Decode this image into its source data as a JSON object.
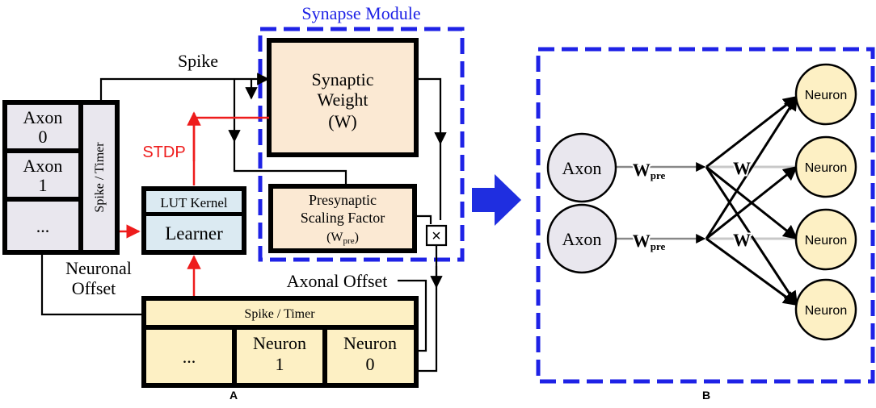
{
  "panel_a": {
    "label": "A",
    "module_title": "Synapse Module",
    "axon_cells": [
      {
        "name": "Axon",
        "index": "0"
      },
      {
        "name": "Axon",
        "index": "1"
      },
      {
        "name": "...",
        "index": ""
      }
    ],
    "axon_spike_timer": "Spike / Timer",
    "spike_label": "Spike",
    "stdp_label": "STDP",
    "lut_kernel": "LUT Kernel",
    "learner": "Learner",
    "synaptic_weight": {
      "line1": "Synaptic",
      "line2": "Weight",
      "line3": "(W)"
    },
    "presynaptic": {
      "line1": "Presynaptic",
      "line2": "Scaling Factor",
      "line3_main": "(W",
      "line3_sub": "pre",
      "line3_end": ")"
    },
    "multiply": "×",
    "neuronal_offset": {
      "line1": "Neuronal",
      "line2": "Offset"
    },
    "axonal_offset": "Axonal Offset",
    "neuron_spike_timer": "Spike / Timer",
    "neuron_cells": [
      {
        "name": "...",
        "index": ""
      },
      {
        "name": "Neuron",
        "index": "1"
      },
      {
        "name": "Neuron",
        "index": "0"
      }
    ]
  },
  "panel_b": {
    "label": "B",
    "axons": [
      "Axon",
      "Axon"
    ],
    "w_pre_main": "W",
    "w_pre_sub": "pre",
    "w_label": "W",
    "neurons": [
      "Neuron",
      "Neuron",
      "Neuron",
      "Neuron"
    ]
  },
  "colors": {
    "module_border": "#1e22e6",
    "stdp_red": "#ee1c1c",
    "tan_fill": "#fbe9d3",
    "yellow_fill": "#fdf0c4",
    "blue_fill": "#dbeaf2",
    "grey_fill": "#e9e7ee",
    "arrow_blue": "#1f2ee0"
  }
}
